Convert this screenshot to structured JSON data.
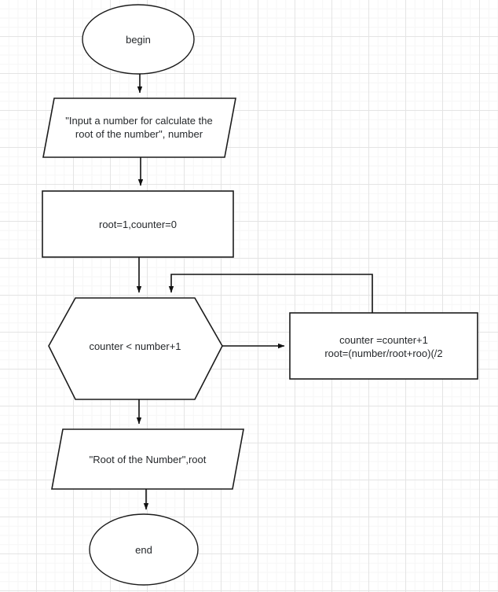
{
  "diagram": {
    "title": "square-root-algorithm-flowchart",
    "background": {
      "grid": "graph-paper",
      "minor_color": "#f6f6f6",
      "major_color": "#e4e4e4",
      "page_color": "#ffffff"
    },
    "stroke_color": "#1c1c1c",
    "text_color": "#25282b",
    "nodes": [
      {
        "id": "begin",
        "type": "terminator",
        "label": "begin"
      },
      {
        "id": "input",
        "type": "input-output",
        "label": "\"Input a number for calculate the\nroot of the number\", number"
      },
      {
        "id": "init",
        "type": "process",
        "label": "root=1,counter=0"
      },
      {
        "id": "condition",
        "type": "decision-hexagon",
        "label": "counter < number+1"
      },
      {
        "id": "loop-body",
        "type": "process",
        "label": "counter =counter+1\nroot=(number/root+roo)(/2"
      },
      {
        "id": "output",
        "type": "input-output",
        "label": "\"Root of the Number\",root"
      },
      {
        "id": "end",
        "type": "terminator",
        "label": "end"
      }
    ],
    "edges": [
      {
        "id": "begin-to-input",
        "from": "begin",
        "to": "input",
        "label": ""
      },
      {
        "id": "input-to-init",
        "from": "input",
        "to": "init",
        "label": ""
      },
      {
        "id": "init-to-condition",
        "from": "init",
        "to": "condition",
        "label": ""
      },
      {
        "id": "condition-to-loop-body",
        "from": "condition",
        "to": "loop-body",
        "label": ""
      },
      {
        "id": "loop-body-back-to-condition",
        "from": "loop-body",
        "to": "condition",
        "label": ""
      },
      {
        "id": "condition-to-output",
        "from": "condition",
        "to": "output",
        "label": ""
      },
      {
        "id": "output-to-end",
        "from": "output",
        "to": "end",
        "label": ""
      }
    ]
  }
}
